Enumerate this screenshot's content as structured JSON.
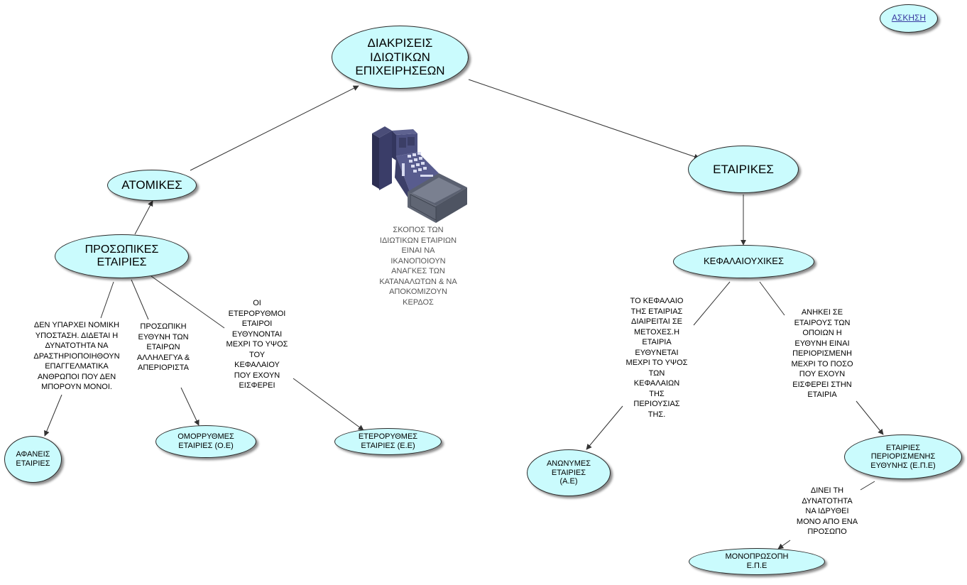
{
  "exercise_link": "ΑΣΚΗΣΗ",
  "nodes": {
    "root": "ΔΙΑΚΡΙΣΕΙΣ\nΙΔΙΩΤΙΚΩΝ\nΕΠΙΧΕΙΡΗΣΕΩΝ",
    "atomikes": "ΑΤΟΜΙΚΕΣ",
    "etairikes": "ΕΤΑΙΡΙΚΕΣ",
    "prosopikes": "ΠΡΟΣΩΠΙΚΕΣ\nΕΤΑΙΡΙΕΣ",
    "kefalaiouxikes": "ΚΕΦΑΛΑΙΟΥΧΙΚΕΣ",
    "afaneis": "ΑΦΑΝΕΙΣ\nΕΤΑΙΡΙΕΣ",
    "omorrythmes": "ΟΜΟΡΡΥΘΜΕΣ\nΕΤΑΙΡΙΕΣ (Ο.Ε)",
    "eterorrythmes": "ΕΤΕΡΟΡΥΘΜΕΣ\nΕΤΑΙΡΙΕΣ (Ε.Ε)",
    "anonymes": "ΑΝΩΝΥΜΕΣ\nΕΤΑΙΡΙΕΣ\n(Α.Ε)",
    "epe": "ΕΤΑΙΡΙΕΣ\nΠΕΡΙΟΡΙΣΜΕΝΗΣ\nΕΥΘΥΝΗΣ (Ε.Π.Ε)",
    "monoprosopi": "ΜΟΝΟΠΡΩΣΟΠΗ\nΕ.Π.Ε"
  },
  "notes": {
    "purpose": "ΣΚΟΠΟΣ ΤΩΝ\nΙΔΙΩΤΙΚΩΝ ΕΤΑΙΡΙΩΝ\nΕΙΝΑΙ ΝΑ\nΙΚΑΝΟΠΟΙΟΥΝ\nΑΝΑΓΚΕΣ ΤΩΝ\nΚΑΤΑΝΑΛΩΤΩΝ & ΝΑ\nΑΠΟΚΟΜΙΖΟΥΝ\nΚΕΡΔΟΣ",
    "afaneis_desc": "ΔΕΝ ΥΠΑΡΧΕΙ ΝΟΜΙΚΗ\nΥΠΟΣΤΑΣΗ. ΔΙΔΕΤΑΙ Η\nΔΥΝΑΤΟΤΗΤΑ ΝΑ\nΔΡΑΣΤΗΡΙΟΠΟΙΗΘΟΥΝ\nΕΠΑΓΓΕΛΜΑΤΙΚΑ\nΑΝΘΡΩΠΟΙ ΠΟΥ ΔΕΝ\nΜΠΟΡΟΥΝ ΜΟΝΟΙ.",
    "omorrythmes_desc": "ΠΡΟΣΩΠΙΚΗ\nΕΥΘΥΝΗ ΤΩΝ\nΕΤΑΙΡΩΝ\nΑΛΛΗΛΕΓΥΑ &\nΑΠΕΡΙΟΡΙΣΤΑ",
    "eterorrythmes_desc": "ΟΙ\nΕΤΕΡΟΡΥΘΜΟΙ\nΕΤΑΙΡΟΙ\nΕΥΘΥΝΟΝΤΑΙ\nΜΕΧΡΙ ΤΟ ΥΨΟΣ\nΤΟΥ\nΚΕΦΑΛΑΙΟΥ\nΠΟΥ ΕΧΟΥΝ\nΕΙΣΦΕΡΕΙ",
    "anonymes_desc": "ΤΟ ΚΕΦΑΛΑΙΟ\nΤΗΣ ΕΤΑΙΡΙΑΣ\nΔΙΑΙΡΕΙΤΑΙ ΣΕ\nΜΕΤΟΧΕΣ.Η\nΕΤΑΙΡΙΑ\nΕΥΘΥΝΕΤΑΙ\nΜΕΧΡΙ ΤΟ ΥΨΟΣ\nΤΩΝ\nΚΕΦΑΛΑΙΩΝ\nΤΗΣ\nΠΕΡΙΟΥΣΙΑΣ\nΤΗΣ.",
    "epe_desc": "ΑΝΗΚΕΙ ΣΕ\nΕΤΑΙΡΟΥΣ ΤΩΝ\nΟΠΟΙΩΝ Η\nΕΥΘΥΝΗ ΕΙΝΑΙ\nΠΕΡΙΟΡΙΣΜΕΝΗ\nΜΕΧΡΙ ΤΟ ΠΟΣΟ\nΠΟΥ ΕΧΟΥΝ\nΕΙΣΦΕΡΕΙ ΣΤΗΝ\nΕΤΑΙΡΙΑ",
    "mono_desc": "ΔΙΝΕΙ ΤΗ\nΔΥΝΑΤΟΤΗΤΑ\nΝΑ ΙΔΡΥΘΕΙ\nΜΟΝΟ ΑΠΟ ΕΝΑ\nΠΡΟΣΩΠΟ"
  },
  "colors": {
    "node_fill": "#cafbfd",
    "line": "#333333",
    "note_gray": "#555555"
  },
  "icons": {
    "center_image": "cash-register-icon"
  }
}
